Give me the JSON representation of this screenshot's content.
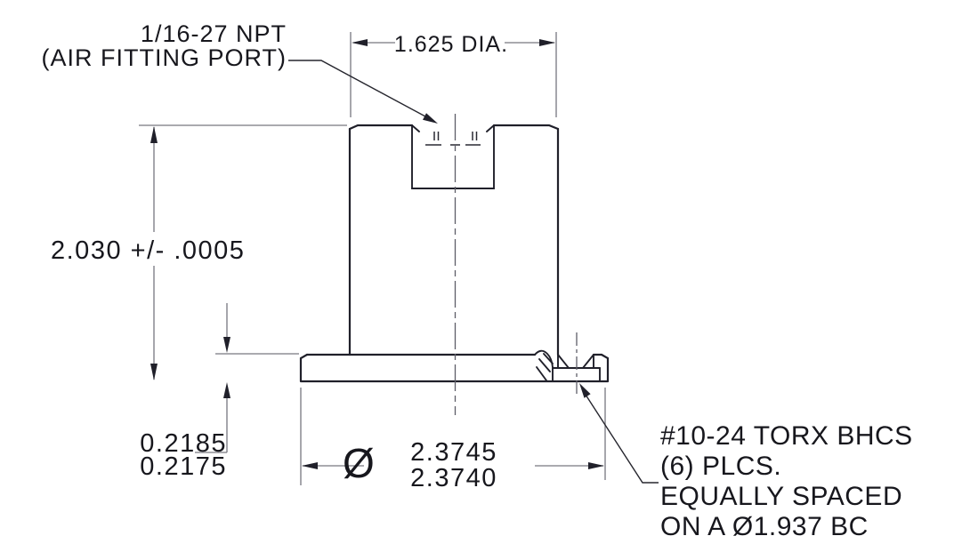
{
  "drawing": {
    "type": "engineering-dimension-drawing",
    "colors": {
      "background": "#ffffff",
      "edge_line": "#20202a",
      "thin_line": "#77777f",
      "text": "#17171d"
    },
    "labels": {
      "port_note": {
        "line1": "1/16-27 NPT",
        "line2": "(AIR FITTING PORT)"
      },
      "top_diameter": "1.625 DIA.",
      "height_dim": "2.030 +/- .0005",
      "flange_thickness": {
        "upper": "0.2185",
        "lower": "0.2175"
      },
      "base_diameter": {
        "symbol": "Ø",
        "upper": "2.3745",
        "lower": "2.3740"
      },
      "screw_note": {
        "line1": "#10-24 TORX BHCS",
        "line2": "(6) PLCS.",
        "line3": "EQUALLY SPACED",
        "line4": "ON A Ø1.937 BC"
      }
    }
  }
}
